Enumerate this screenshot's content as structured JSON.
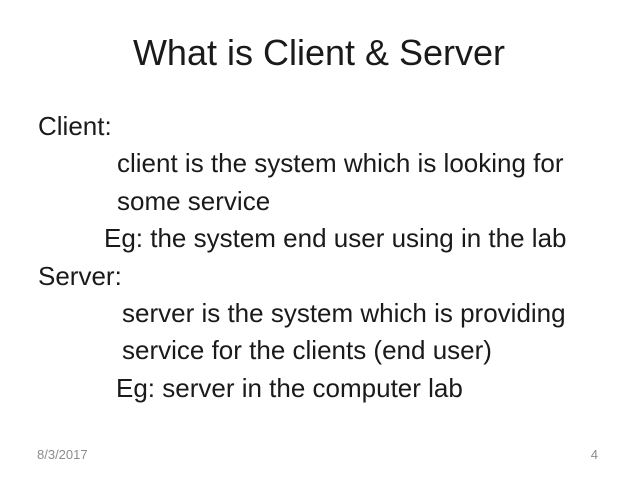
{
  "slide": {
    "title": "What is Client & Server",
    "body": {
      "lines": [
        "Client:",
        "client is the system which is looking for",
        "some service",
        "Eg: the system end user using in the lab",
        "Server:",
        "server is the system which is providing",
        "service for the clients (end user)",
        "Eg: server in the computer lab"
      ]
    },
    "footer": {
      "date": "8/3/2017",
      "slide_number": "4"
    },
    "colors": {
      "background": "#ffffff",
      "body_text": "#1a1a1a",
      "footer_text": "#8c8c8c"
    }
  }
}
